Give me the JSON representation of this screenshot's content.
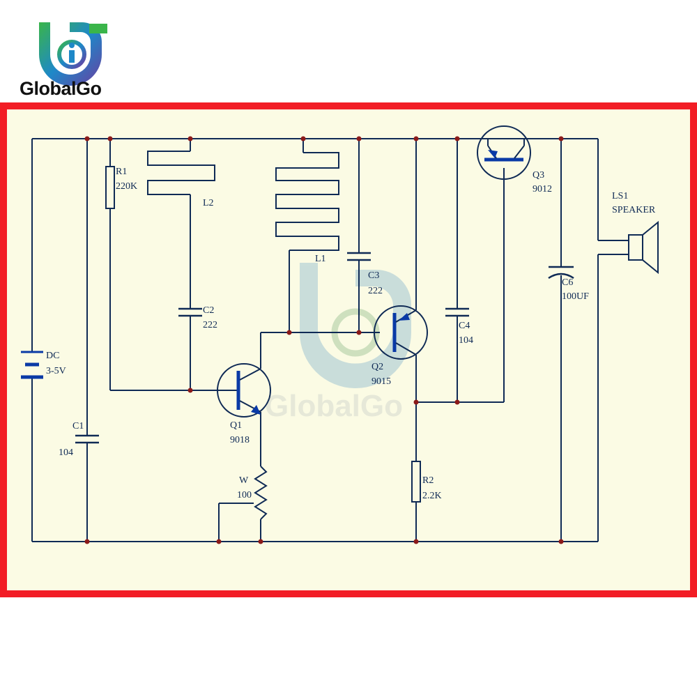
{
  "brand": {
    "name": "GlobalGo",
    "accent": "#f21d25"
  },
  "watermark": {
    "text": "GlobalGo"
  },
  "schematic": {
    "labels": {
      "r1_ref": "R1",
      "r1_val": "220K",
      "l2_ref": "L2",
      "l1_ref": "L1",
      "c3_ref": "C3",
      "c3_val": "222",
      "c2_ref": "C2",
      "c2_val": "222",
      "q3_ref": "Q3",
      "q3_val": "9012",
      "ls1_ref": "LS1",
      "ls1_val": "SPEAKER",
      "c6_ref": "C6",
      "c6_val": "100UF",
      "c4_ref": "C4",
      "c4_val": "104",
      "q2_ref": "Q2",
      "q2_val": "9015",
      "dc_ref": "DC",
      "dc_val": "3-5V",
      "q1_ref": "Q1",
      "q1_val": "9018",
      "c1_ref": "C1",
      "c1_val": "104",
      "w_ref": "W",
      "w_val": "100",
      "r2_ref": "R2",
      "r2_val": "2.2K"
    }
  }
}
